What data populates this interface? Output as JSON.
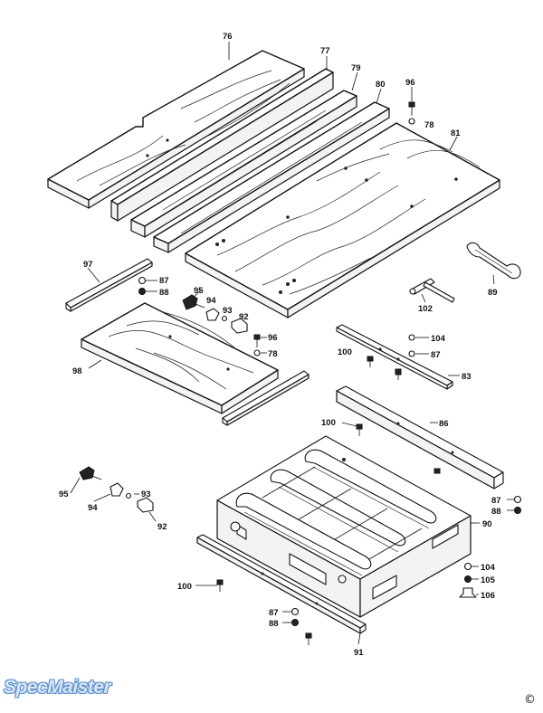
{
  "labels": {
    "p76": "76",
    "p77": "77",
    "p79": "79",
    "p80": "80",
    "p96a": "96",
    "p78a": "78",
    "p81": "81",
    "p97": "97",
    "p87a": "87",
    "p88a": "88",
    "p95a": "95",
    "p94a": "94",
    "p93a": "93",
    "p92a": "92",
    "p96b": "96",
    "p78b": "78",
    "p98": "98",
    "p89": "89",
    "p102": "102",
    "p104a": "104",
    "p100a": "100",
    "p87b": "87",
    "p83": "83",
    "p100b": "100",
    "p86": "86",
    "p95b": "95",
    "p94b": "94",
    "p93b": "93",
    "p92b": "92",
    "p87c": "87",
    "p88c": "88",
    "p90": "90",
    "p100c": "100",
    "p104b": "104",
    "p105": "105",
    "p106": "106",
    "p87d": "87",
    "p88d": "88",
    "p91": "91"
  },
  "watermark": "SpecMaister",
  "copyright": "©"
}
